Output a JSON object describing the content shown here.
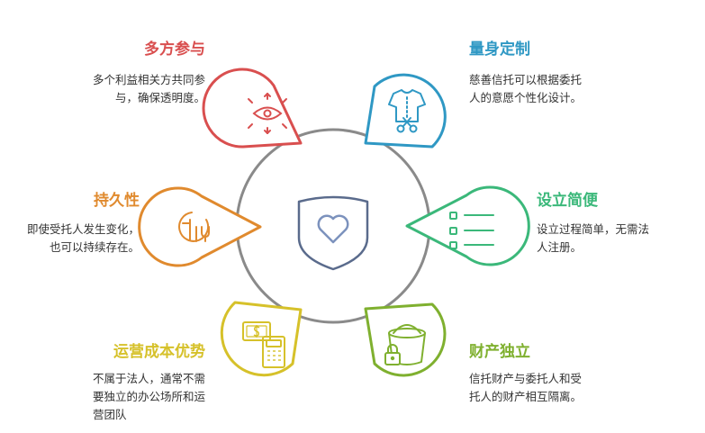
{
  "colors": {
    "ring": "#8a8a8a",
    "center": "#5a6b8c",
    "heart": "#7c92bd"
  },
  "features": [
    {
      "title": "多方参与",
      "lines": [
        "多个利益相关方共同参",
        "与，确保透明度。"
      ],
      "color": "#d94f4f",
      "icon": "eye-focus-icon"
    },
    {
      "title": "量身定制",
      "lines": [
        "慈善信托可以根据委托",
        "人的意愿个性化设计。"
      ],
      "color": "#2f98c4",
      "icon": "tailoring-icon"
    },
    {
      "title": "持久性",
      "lines": [
        "即使受托人发生变化，",
        "也可以持续存在。"
      ],
      "color": "#e08a2e",
      "icon": "sprout-icon"
    },
    {
      "title": "设立简便",
      "lines": [
        "设立过程简单，无需法",
        "人注册。"
      ],
      "color": "#3bb87a",
      "icon": "list-icon"
    },
    {
      "title": "运营成本优势",
      "lines": [
        "不属于法人，通常不需",
        "要独立的办公场所和运",
        "营团队"
      ],
      "color": "#d6c12a",
      "icon": "cash-calculator-icon"
    },
    {
      "title": "财产独立",
      "lines": [
        "信托财产与委托人和受",
        "托人的财产相互隔离。"
      ],
      "color": "#7fb02f",
      "icon": "locked-bucket-icon"
    }
  ]
}
